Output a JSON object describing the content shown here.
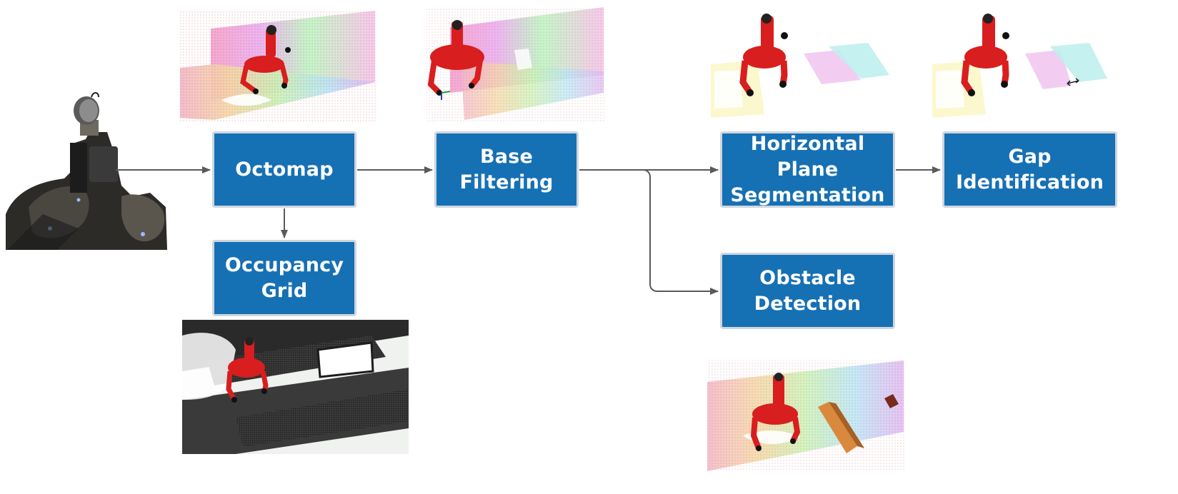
{
  "diagram": {
    "nodes": {
      "octomap": {
        "lines": [
          "Octomap"
        ]
      },
      "base_filtering": {
        "lines": [
          "Base Filtering"
        ]
      },
      "occupancy_grid": {
        "lines": [
          "Occupancy",
          "Grid"
        ]
      },
      "horizontal_plane_segmentation": {
        "lines": [
          "Horizontal Plane",
          "Segmentation"
        ]
      },
      "gap_identification": {
        "lines": [
          "Gap",
          "Identification"
        ]
      },
      "obstacle_detection": {
        "lines": [
          "Obstacle",
          "Detection"
        ]
      }
    },
    "edges": [
      {
        "from": "robot_photo",
        "to": "octomap"
      },
      {
        "from": "octomap",
        "to": "base_filtering"
      },
      {
        "from": "octomap",
        "to": "occupancy_grid"
      },
      {
        "from": "base_filtering",
        "to": "horizontal_plane_segmentation"
      },
      {
        "from": "base_filtering",
        "to": "obstacle_detection"
      },
      {
        "from": "horizontal_plane_segmentation",
        "to": "gap_identification"
      }
    ],
    "colors": {
      "node_fill": "#1670b4",
      "node_border": "#cfd6de",
      "node_text": "#ffffff",
      "arrow": "#5a5a5a",
      "robot_red": "#d81e1e",
      "grid_dark": "#2a2a2a",
      "grid_light": "#eef0ee"
    },
    "images": [
      {
        "id": "robot_photo",
        "icon": "quadruped-robot-photo"
      },
      {
        "id": "octomap_pointcloud",
        "icon": "pointcloud-with-robot"
      },
      {
        "id": "filtered_pointcloud",
        "icon": "pointcloud-with-robot"
      },
      {
        "id": "occupancy_grid_map",
        "icon": "occupancy-grid-map"
      },
      {
        "id": "plane_segments",
        "icon": "segmented-planes-with-robot"
      },
      {
        "id": "gap_segments",
        "icon": "segmented-planes-with-gap-marker"
      },
      {
        "id": "obstacle_pointcloud",
        "icon": "pointcloud-with-obstacles"
      }
    ]
  }
}
